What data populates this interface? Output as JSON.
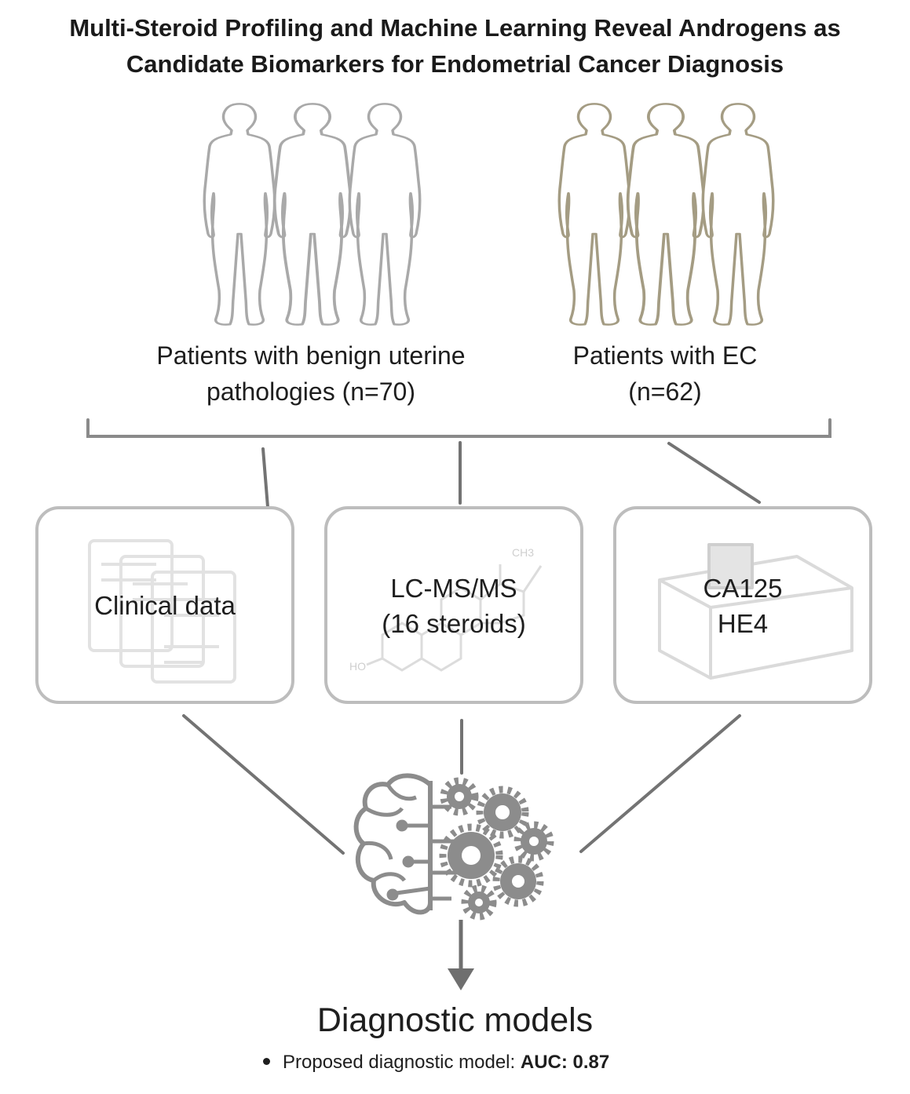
{
  "title": {
    "line1": "Multi-Steroid Profiling and Machine Learning Reveal Androgens as",
    "line2": "Candidate Biomarkers for Endometrial Cancer Diagnosis"
  },
  "groups": {
    "benign": {
      "line1": "Patients with benign uterine",
      "line2": "pathologies (n=70)"
    },
    "ec": {
      "line1": "Patients with EC",
      "line2": "(n=62)"
    }
  },
  "boxes": {
    "clinical": {
      "line1": "Clinical data"
    },
    "lcms": {
      "line1": "LC-MS/MS",
      "line2": "(16 steroids)"
    },
    "markers": {
      "line1": "CA125",
      "line2": "HE4"
    }
  },
  "icon_labels": {
    "methyl": "CH3",
    "hydroxyl": "HO"
  },
  "output": {
    "heading": "Diagnostic models",
    "bullet_label": "Proposed diagnostic model: ",
    "bullet_value": "AUC: 0.87"
  },
  "colors": {
    "connector": "#737373",
    "box_border": "#bdbdbd",
    "benign_outline": "#a9a9a9",
    "ec_outline": "#a49c83",
    "icon_gray": "#8c8c8c"
  }
}
